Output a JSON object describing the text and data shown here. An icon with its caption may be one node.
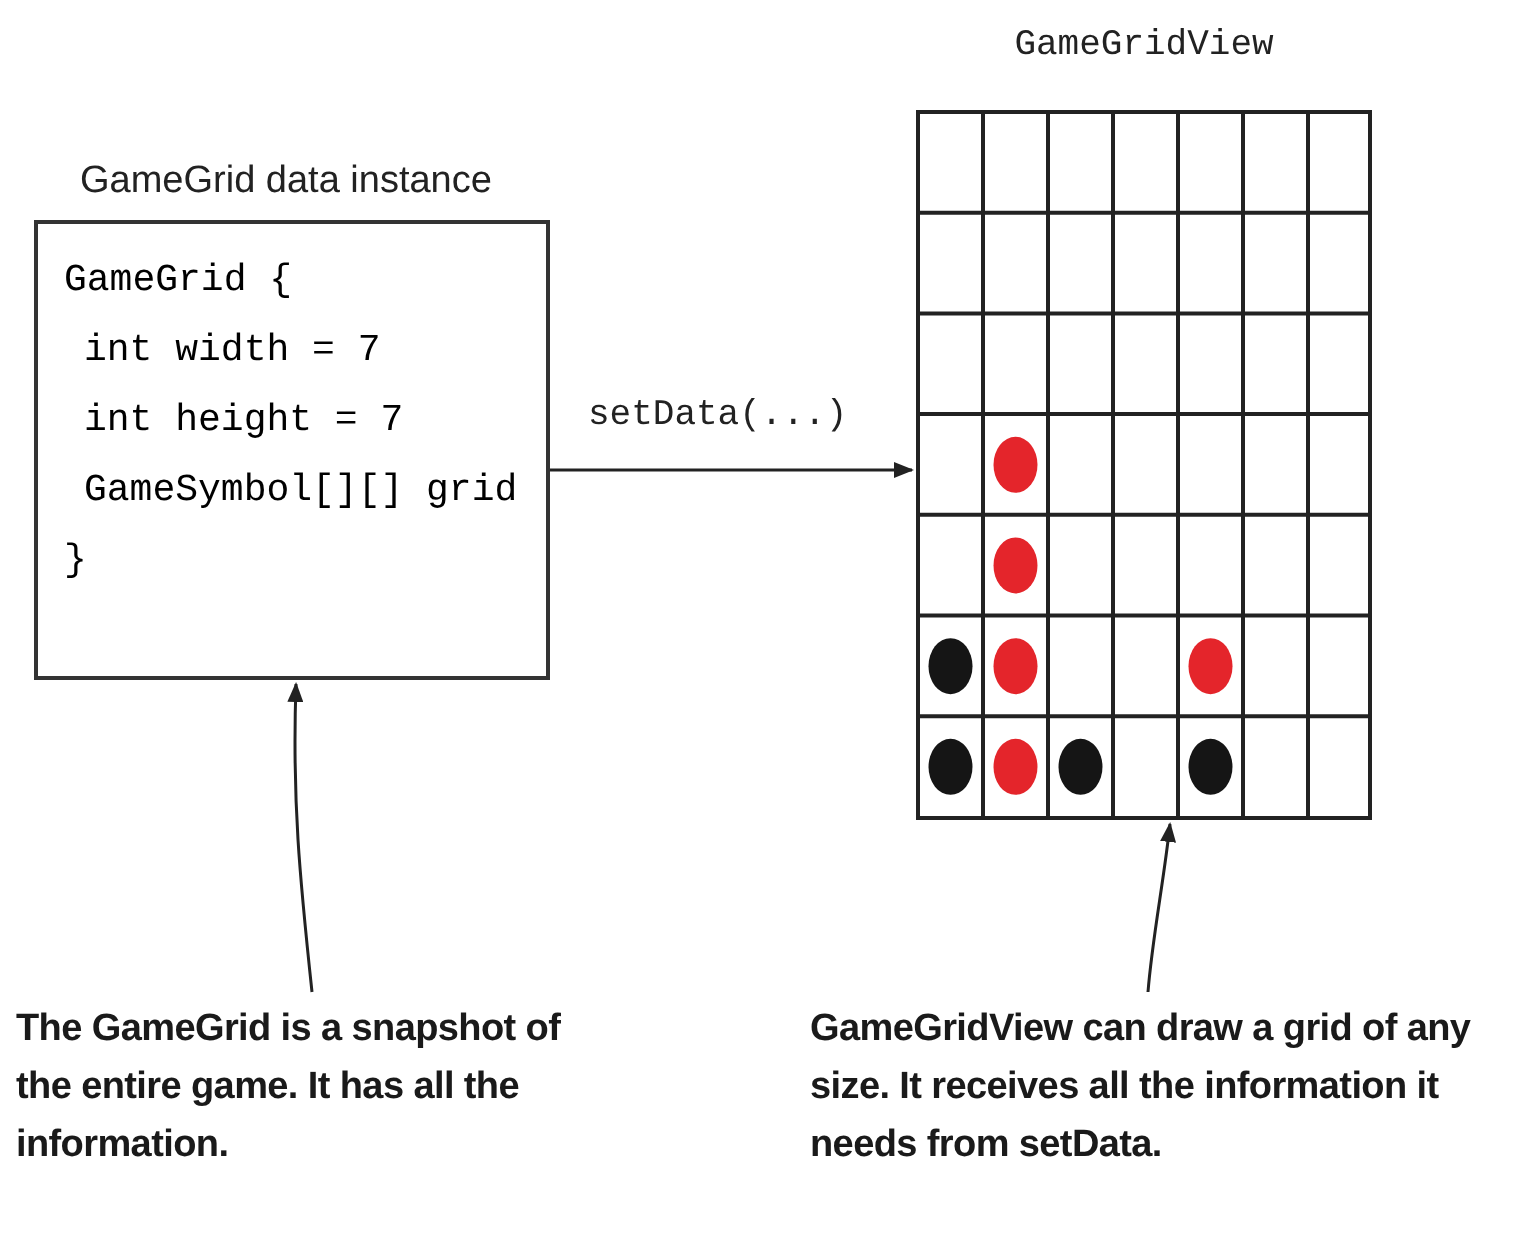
{
  "diagram": {
    "nodes": [
      {
        "text": [
          "GameGrid data instance",
          "GameGrid {",
          "int width = 7",
          "int height = 7",
          "GameSymbol[][] grid",
          "}"
        ]
      },
      {
        "text": [
          "GameGridView"
        ]
      },
      {
        "text": [
          "The GameGrid is a snapshot of the entire game. It has all the information."
        ]
      },
      {
        "text": [
          "GameGridView can draw a grid of any size. It receives all the information it needs from setData."
        ]
      }
    ],
    "edges": [
      {
        "from": 0,
        "to": 1,
        "arrow": "to",
        "label": "setData(...)"
      },
      {
        "from": 2,
        "to": 0,
        "arrow": "to"
      },
      {
        "from": 3,
        "to": 1,
        "arrow": "to"
      }
    ]
  }
}
